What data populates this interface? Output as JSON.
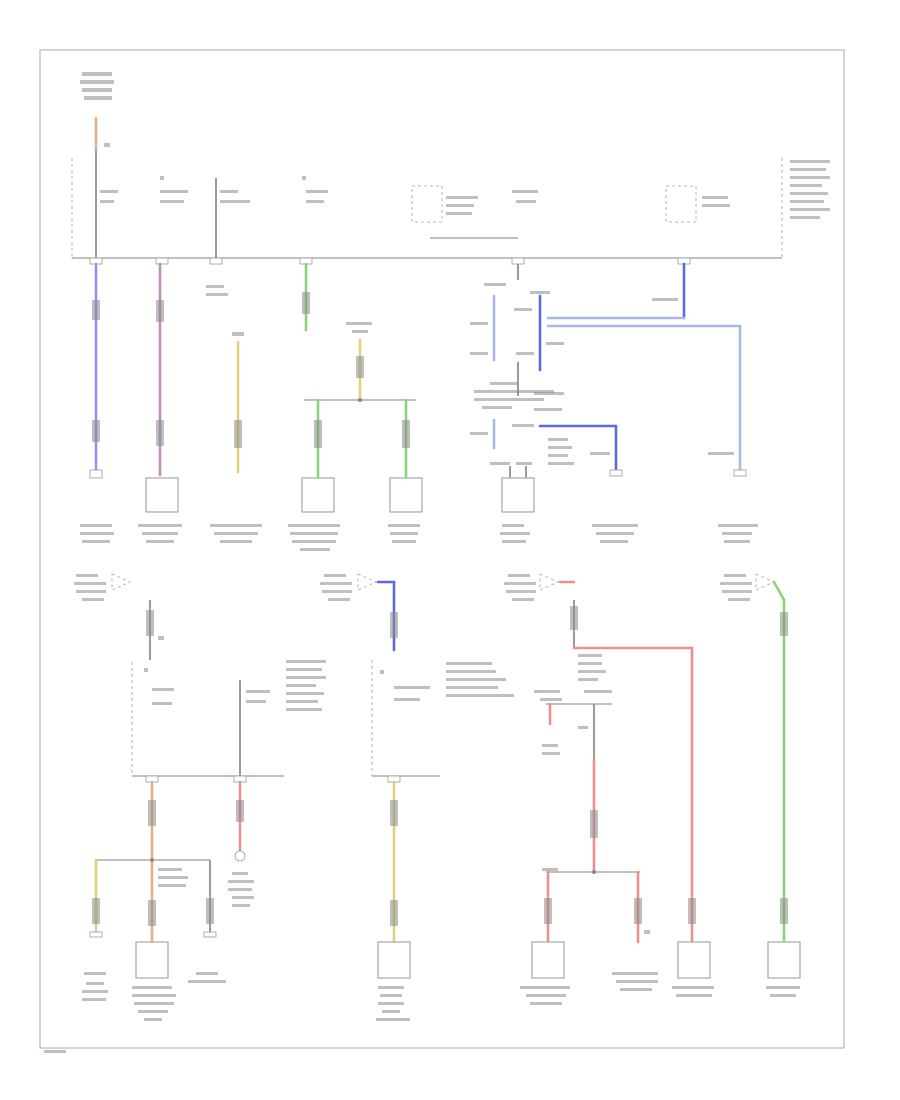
{
  "diagram": {
    "frame_colors": {
      "border": "#b8b8b8",
      "bus": "#9a9a9a"
    },
    "wire_colors": {
      "blue": "#8f97ea",
      "dark_blue": "#5a6ce0",
      "violet": "#c08fbf",
      "yellow": "#e0d279",
      "green": "#8bd476",
      "red": "#f08f8f",
      "orange": "#e7ad84",
      "light_blue": "#a9b8e6"
    },
    "top_section": {
      "source": "battery-fuse-block",
      "fuses": 8,
      "components": 9
    },
    "bottom_section": {
      "sources": 4,
      "components": 8
    }
  }
}
